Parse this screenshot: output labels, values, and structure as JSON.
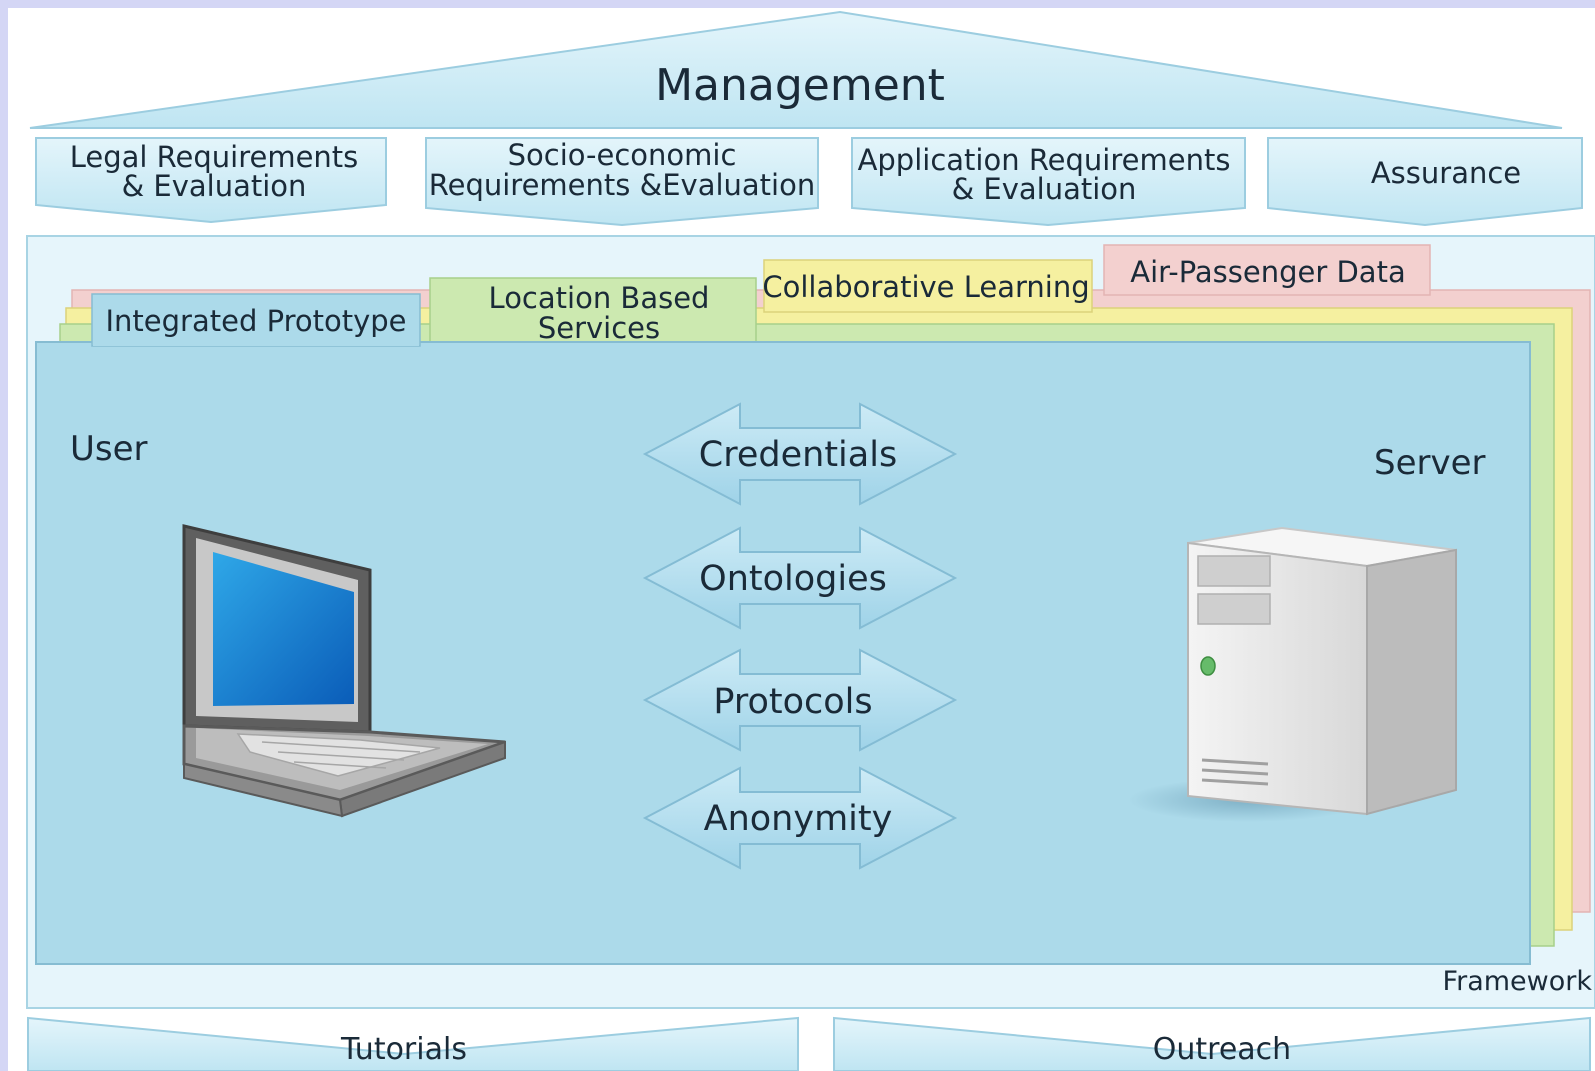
{
  "management": "Management",
  "requirements": [
    {
      "line1": "Legal Requirements",
      "line2": "& Evaluation"
    },
    {
      "line1": "Socio-economic",
      "line2": "Requirements &Evaluation"
    },
    {
      "line1": "Application Requirements",
      "line2": "& Evaluation"
    },
    {
      "line1": "Assurance",
      "line2": ""
    }
  ],
  "tabs": {
    "integrated": "Integrated Prototype",
    "location_line1": "Location Based",
    "location_line2": "Services",
    "collaborative": "Collaborative Learning",
    "air": "Air-Passenger Data"
  },
  "user": "User",
  "server": "Server",
  "arrows": [
    "Credentials",
    "Ontologies",
    "Protocols",
    "Anonymity"
  ],
  "framework": "Framework",
  "footer": {
    "tutorials": "Tutorials",
    "outreach": "Outreach"
  },
  "colors": {
    "background": "#d4d6f5",
    "panel": "#acdaea",
    "light_panel": "#d6f0f8",
    "tab_green": "#cce9b0",
    "tab_yellow": "#f5f0a0",
    "tab_pink": "#f3d0cf"
  }
}
